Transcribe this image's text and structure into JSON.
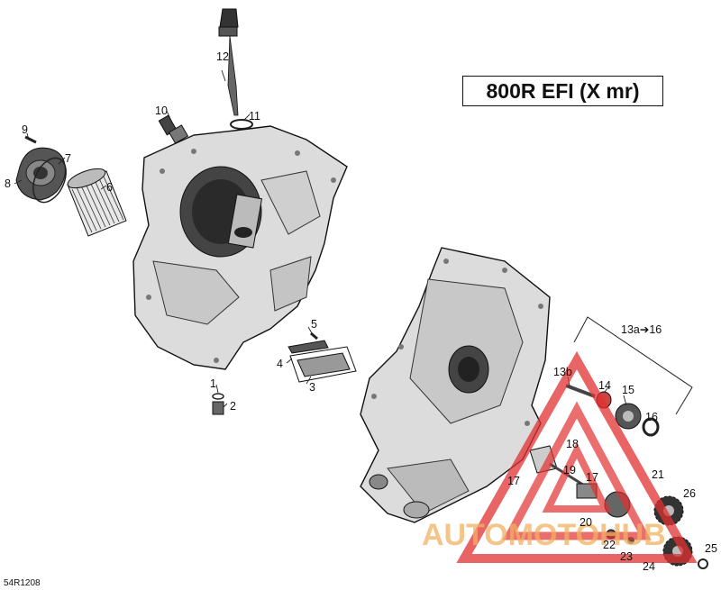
{
  "title": "800R EFI (X mr)",
  "diagram_code": "54R1208",
  "watermark": {
    "text": "AUTOMOTOHUB",
    "color_triangle": "#e23030",
    "color_text": "#f0b060"
  },
  "group_label": "13a➔16",
  "callouts": {
    "c1": "1",
    "c2": "2",
    "c3": "3",
    "c4": "4",
    "c5": "5",
    "c6": "6",
    "c7": "7",
    "c8": "8",
    "c9": "9",
    "c10": "10",
    "c11": "11",
    "c12": "12",
    "c13b": "13b",
    "c14": "14",
    "c15": "15",
    "c16": "16",
    "c17a": "17",
    "c17b": "17",
    "c18": "18",
    "c19": "19",
    "c20": "20",
    "c21": "21",
    "c22": "22",
    "c23": "23",
    "c24": "24",
    "c25": "25",
    "c26": "26"
  }
}
